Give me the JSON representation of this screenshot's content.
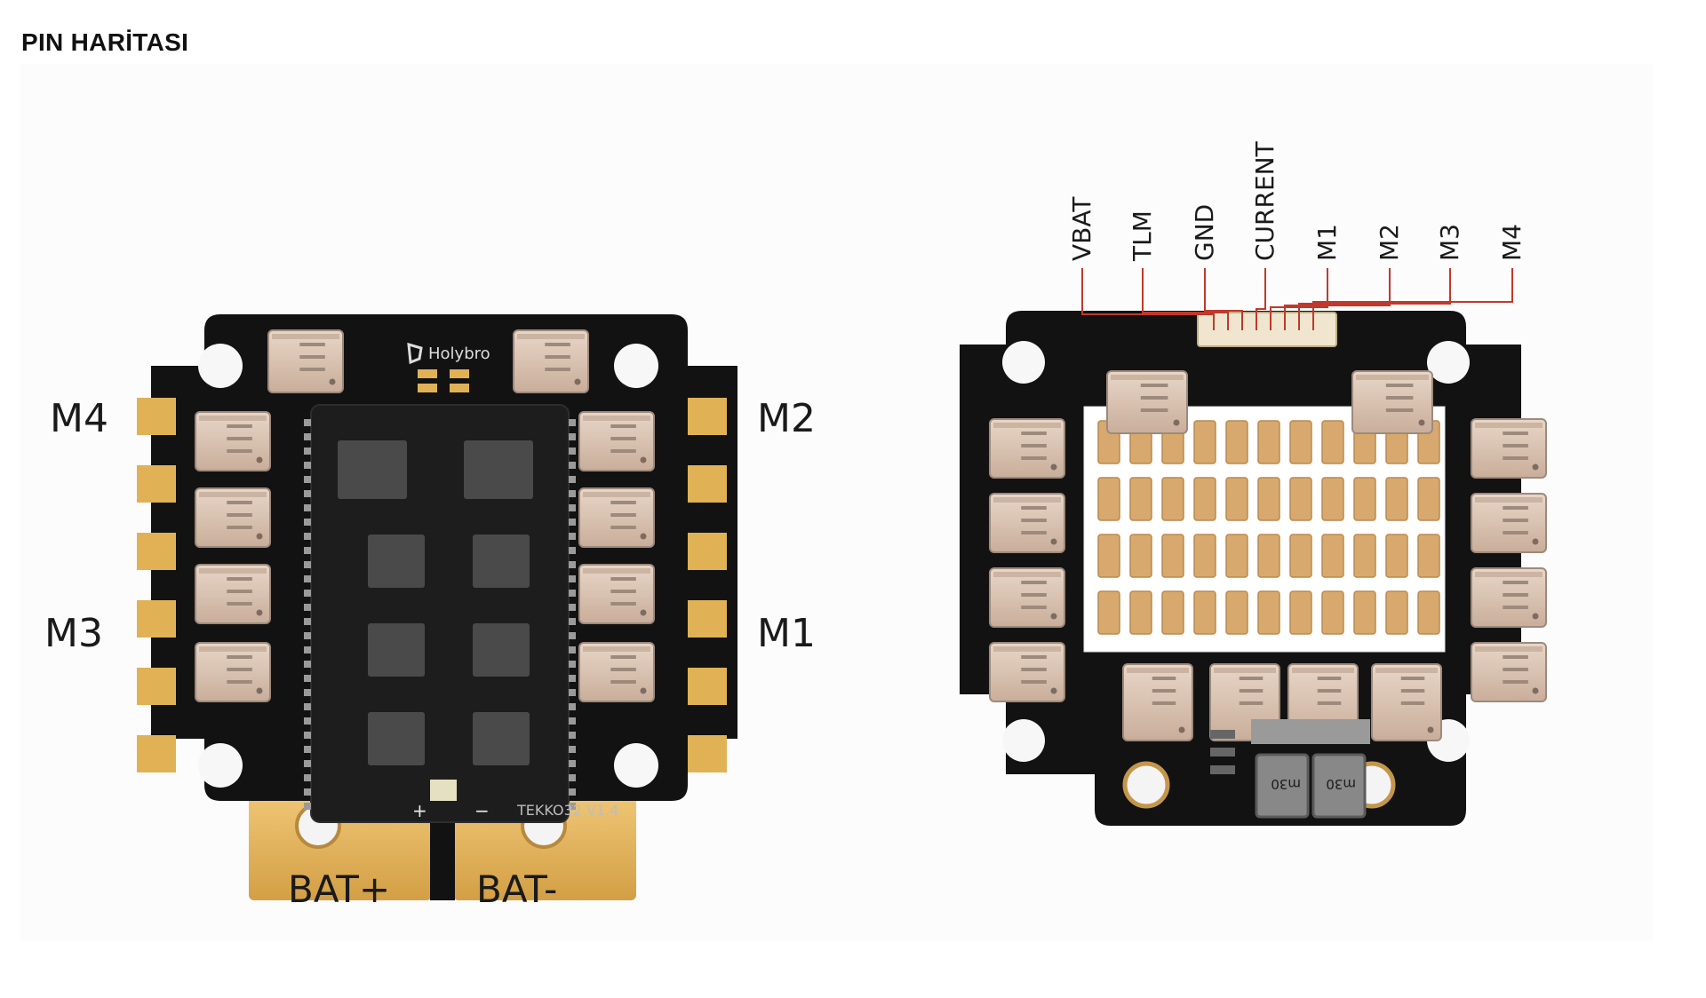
{
  "page": {
    "heading": "PIN HARİTASI"
  },
  "photo": {
    "left_board": {
      "logo": "Holybro",
      "silkscreen": "TEKKO32 V1.4",
      "polarity_plus": "+",
      "polarity_minus": "−",
      "labels": {
        "m4": "M4",
        "m3": "M3",
        "m2": "M2",
        "m1": "M1",
        "bat_plus": "BAT+",
        "bat_minus": "BAT-"
      }
    },
    "right_board": {
      "inductor_labels": [
        "m30",
        "m30"
      ],
      "pin_labels": [
        "VBAT",
        "TLM",
        "GND",
        "CURRENT",
        "M1",
        "M2",
        "M3",
        "M4"
      ]
    },
    "colors": {
      "pcb": "#121212",
      "gold_pad": "#e2b258",
      "capacitor": "#d8a96e",
      "mosfet": "#d9c3b3",
      "wire": "#c0392b"
    }
  }
}
